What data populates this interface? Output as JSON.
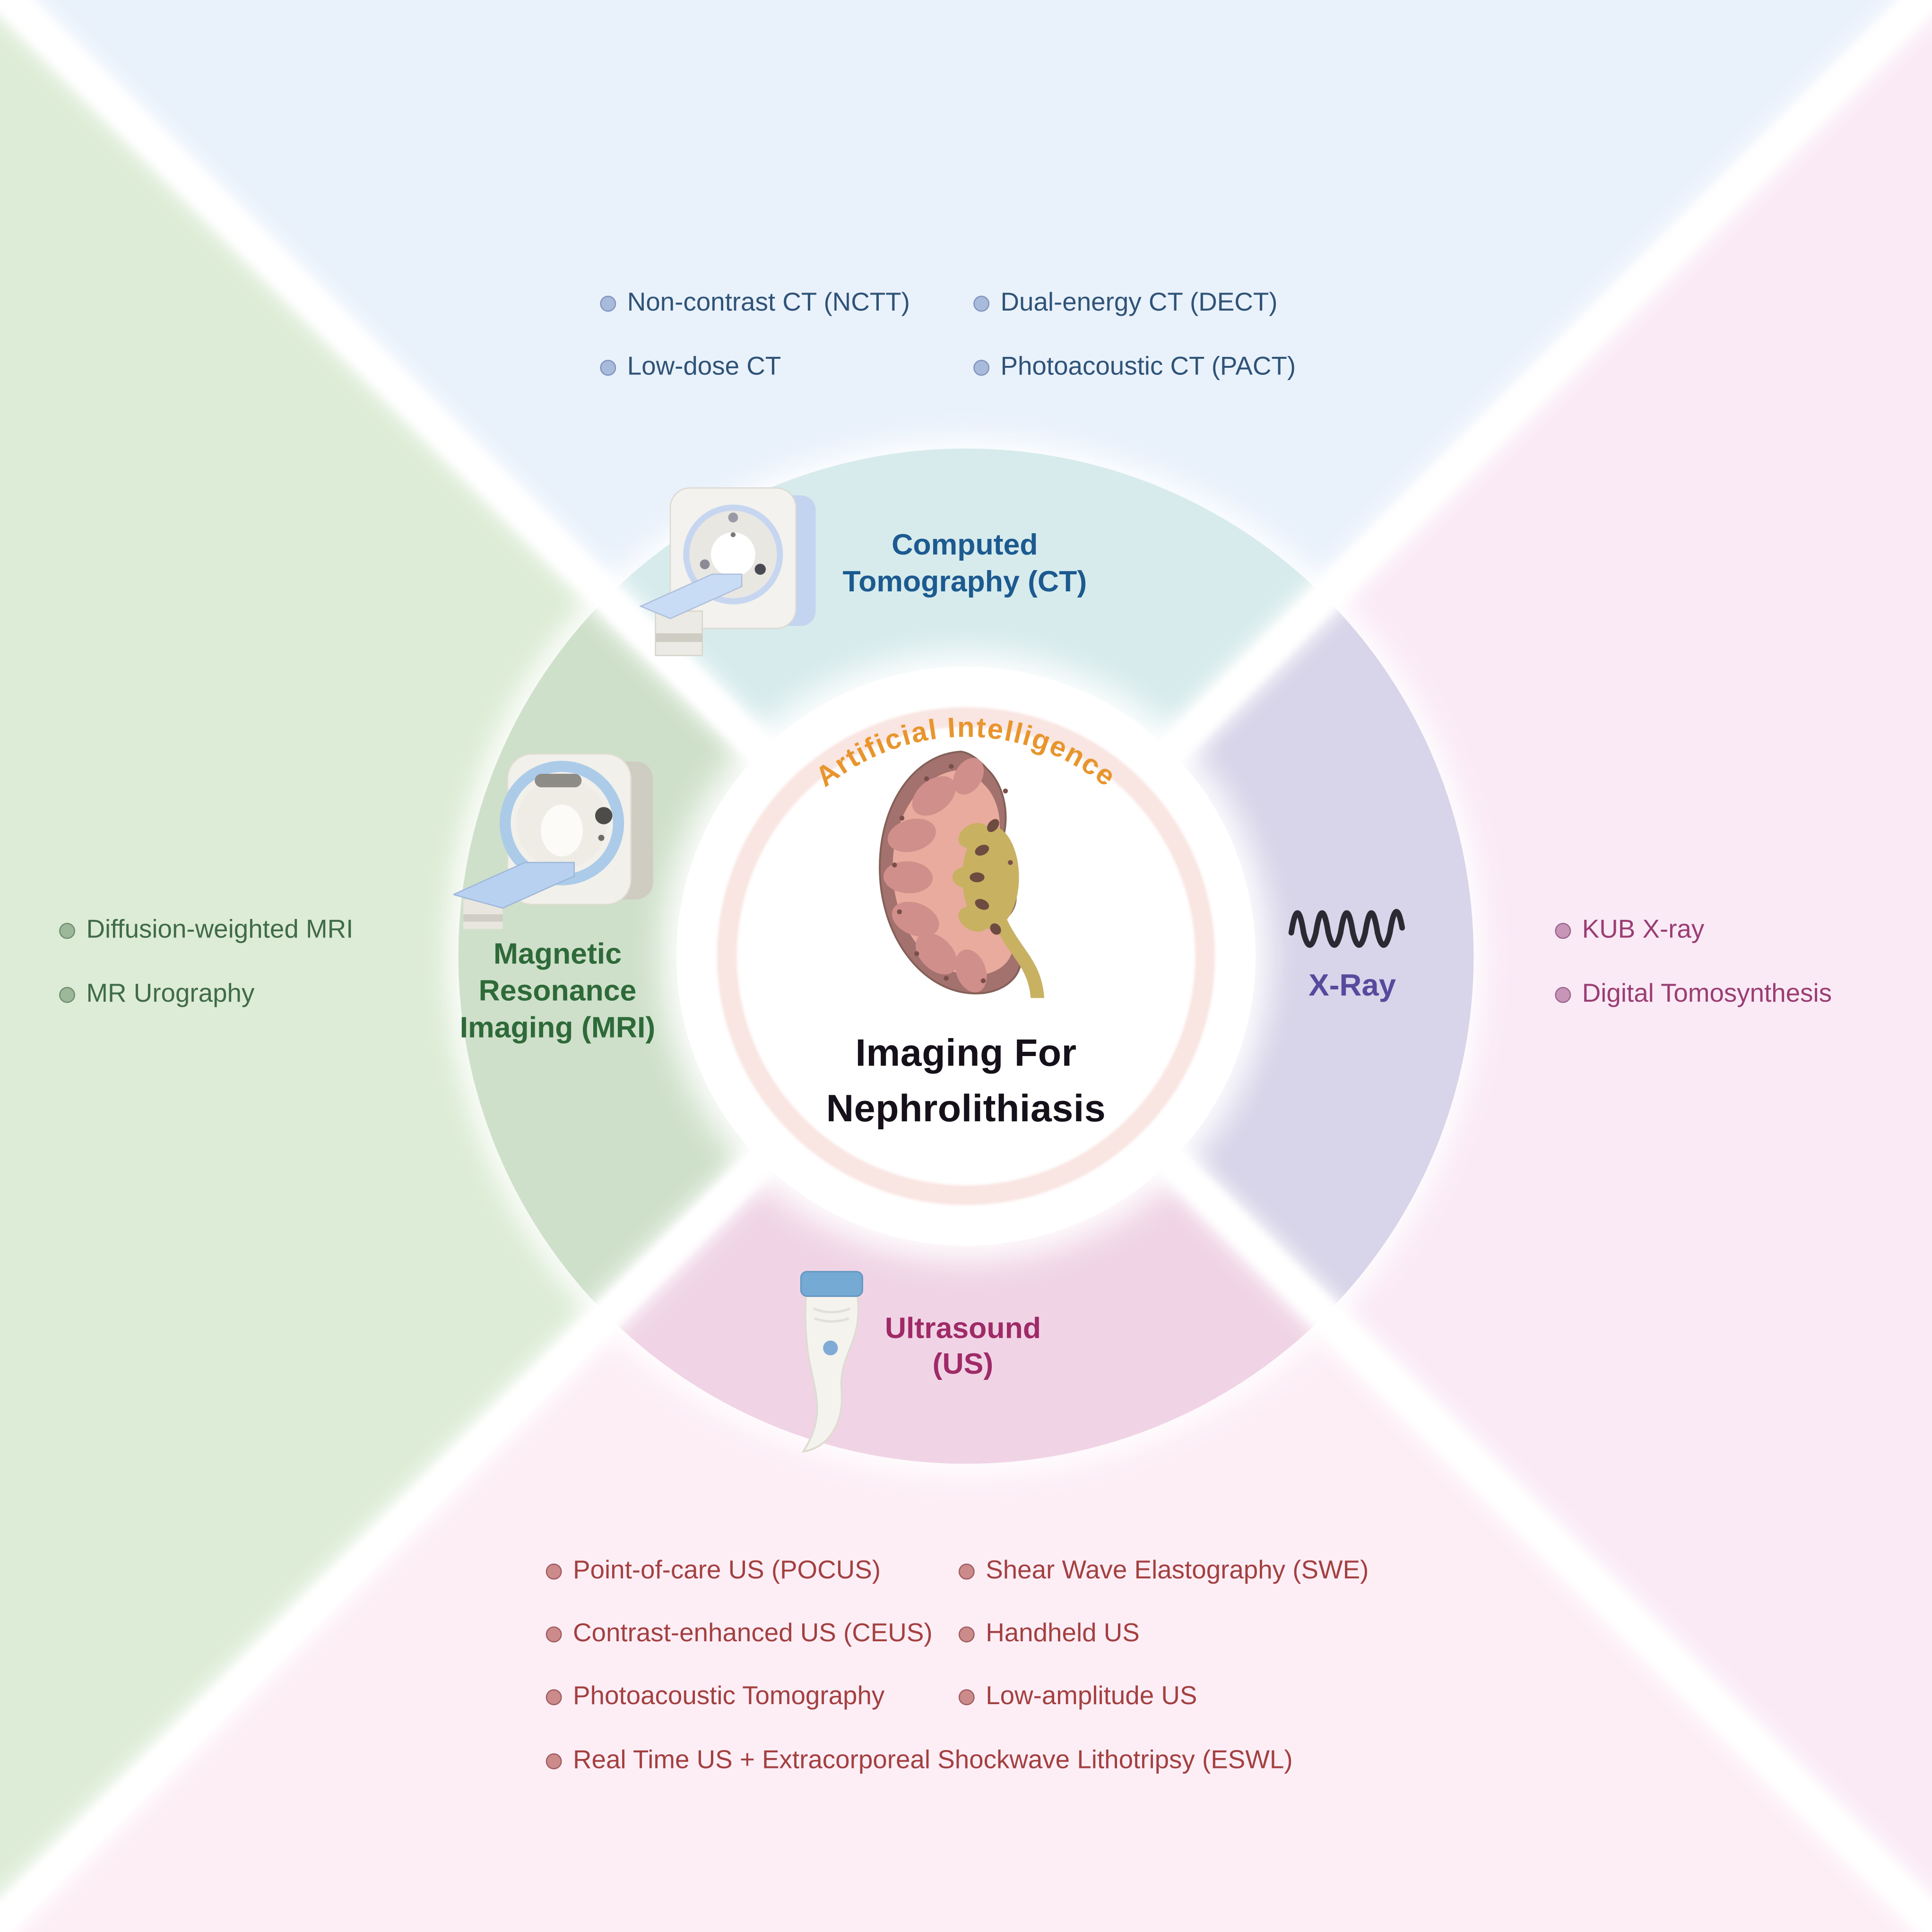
{
  "figure": {
    "title_lines": [
      "Imaging For",
      "Nephrolithiasis"
    ],
    "ai_ring_label": "Artificial Intelligence"
  },
  "modalities": {
    "ct": {
      "name_lines": [
        "Computed",
        "Tomography (CT)"
      ],
      "items": [
        "Non-contrast CT (NCTT)",
        "Dual-energy CT (DECT)",
        "Low-dose CT",
        "Photoacoustic CT (PACT)"
      ],
      "accent": "#1c5a90",
      "item_color": "#2f5377",
      "segment_color": "#d7ebec",
      "background_color": "#e9f1fb"
    },
    "mri": {
      "name_lines": [
        "Magnetic",
        "Resonance",
        "Imaging (MRI)"
      ],
      "items": [
        "Diffusion-weighted MRI",
        "MR Urography"
      ],
      "accent": "#2e6a39",
      "item_color": "#3f6b49",
      "segment_color": "#cfe0ca",
      "background_color": "#ddecd6"
    },
    "xray": {
      "name": "X-Ray",
      "items": [
        "KUB X-ray",
        "Digital Tomosynthesis"
      ],
      "accent": "#57499d",
      "item_color": "#9a3d72",
      "segment_color": "#d8d4e9",
      "background_color": "#faeaf6"
    },
    "us": {
      "name_lines": [
        "Ultrasound",
        "(US)"
      ],
      "items": [
        "Point-of-care US (POCUS)",
        "Shear Wave Elastography (SWE)",
        "Contrast-enhanced US (CEUS)",
        "Handheld US",
        "Photoacoustic Tomography",
        "Low-amplitude US",
        "Real Time US + Extracorporeal Shockwave Lithotripsy (ESWL)"
      ],
      "accent": "#9f2a67",
      "item_color": "#a34040",
      "segment_color": "#f0d4e5",
      "background_color": "#fdeef6"
    }
  },
  "colors": {
    "ai_label": "#e8952d",
    "center_ring": "#f9e5e1",
    "title": "#15101a",
    "divider": "#ffffff"
  }
}
